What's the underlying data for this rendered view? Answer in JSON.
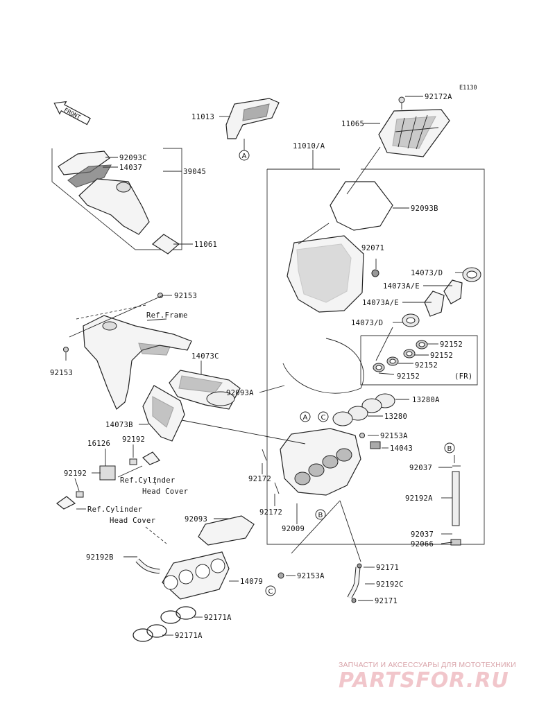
{
  "diagram_code": "E1130",
  "front_label": "FRONT",
  "labels": {
    "p11013": "11013",
    "p11065": "11065",
    "p92172A": "92172A",
    "p11010A": "11010/A",
    "p92093C": "92093C",
    "p14037": "14037",
    "p39045": "39045",
    "p11061": "11061",
    "p92093B": "92093B",
    "p92071": "92071",
    "p14073D_1": "14073/D",
    "p14073AE_1": "14073A/E",
    "p14073AE_2": "14073A/E",
    "p14073D_2": "14073/D",
    "p92153_1": "92153",
    "ref_frame": "Ref.Frame",
    "p92153_2": "92153",
    "p14073C": "14073C",
    "p92152_1": "92152",
    "p92152_2": "92152",
    "p92152_3": "92152",
    "p92152_4": "92152",
    "fr": "(FR)",
    "p92093A": "92093A",
    "p13280A": "13280A",
    "p13280": "13280",
    "p14073B": "14073B",
    "p16126": "16126",
    "p92192_1": "92192",
    "p92153A_1": "92153A",
    "p14043": "14043",
    "p92192_2": "92192",
    "ref_cyl_1a": "Ref.Cylinder",
    "ref_cyl_1b": "Head Cover",
    "p92172_1": "92172",
    "p92037_1": "92037",
    "p92192A": "92192A",
    "ref_cyl_2a": "Ref.Cylinder",
    "ref_cyl_2b": "Head Cover",
    "p92172_2": "92172",
    "p92009": "92009",
    "p92093": "92093",
    "p92037_2": "92037",
    "p92066": "92066",
    "p92192B": "92192B",
    "p92171_1": "92171",
    "p14079": "14079",
    "p92153A_2": "92153A",
    "p92192C": "92192C",
    "p92171_2": "92171",
    "p92171A_1": "92171A",
    "p92171A_2": "92171A"
  },
  "callouts": {
    "A": "A",
    "B": "B",
    "C": "C"
  },
  "watermark": {
    "tagline": "ЗАПЧАСТИ И АКСЕССУАРЫ ДЛЯ МОТОТЕХНИКИ",
    "site": "PARTSFOR.RU"
  }
}
